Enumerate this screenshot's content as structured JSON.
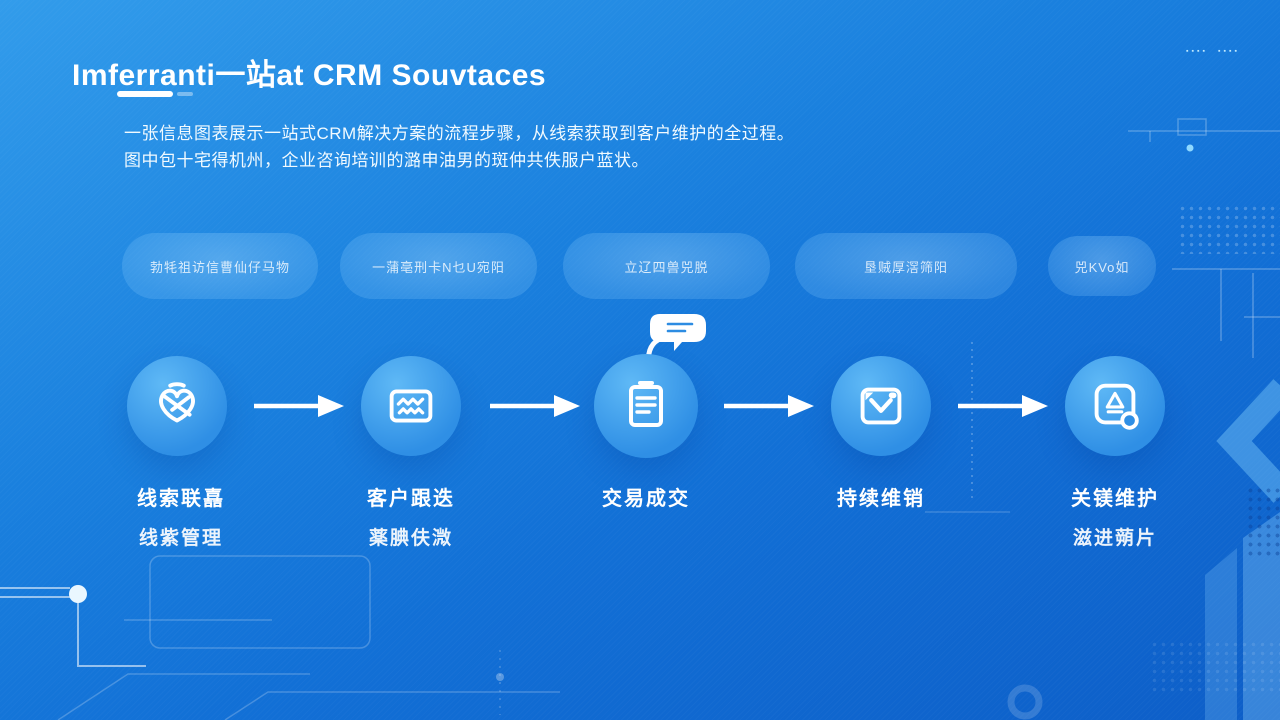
{
  "header": {
    "title": "Imferranti一站at CRM Souvtaces"
  },
  "description": {
    "line1": "一张信息图表展示一站式CRM解决方案的流程步骤，从线索获取到客户维护的全过程。",
    "line2": "图中包十宅得机州，企业咨询培训的潞申油男的斑仲共佚服户蓝状。"
  },
  "pills": [
    "勃牦祖访信曹仙仔马物",
    "一蒲亳刑卡N乜U宛阳",
    "立辽四兽兕脱",
    "垦贼厚滘筛阳",
    "兕KVo如"
  ],
  "steps": [
    {
      "icon": "heart-scribble-icon",
      "label1": "线索联嚞",
      "label2": "线紫管理"
    },
    {
      "icon": "card-scribble-icon",
      "label1": "客户跟迭",
      "label2": "薬腆伕溦"
    },
    {
      "icon": "document-icon",
      "label1": "交易成交",
      "label2": ""
    },
    {
      "icon": "inbox-check-icon",
      "label1": "持续维销",
      "label2": ""
    },
    {
      "icon": "badge-alert-icon",
      "label1": "关镁维护",
      "label2": "滋进蒴片"
    }
  ],
  "decor": {
    "dashes_group1": "▪▪▪▪",
    "dashes_group2": "▪▪▪▪"
  },
  "colors": {
    "bg_top": "#2b97e8",
    "bg_bottom": "#0d5ec8",
    "circle_fill": "#3f9fec",
    "pill_fill": "rgba(142,206,250,0.30)",
    "text_white": "#ffffff"
  }
}
